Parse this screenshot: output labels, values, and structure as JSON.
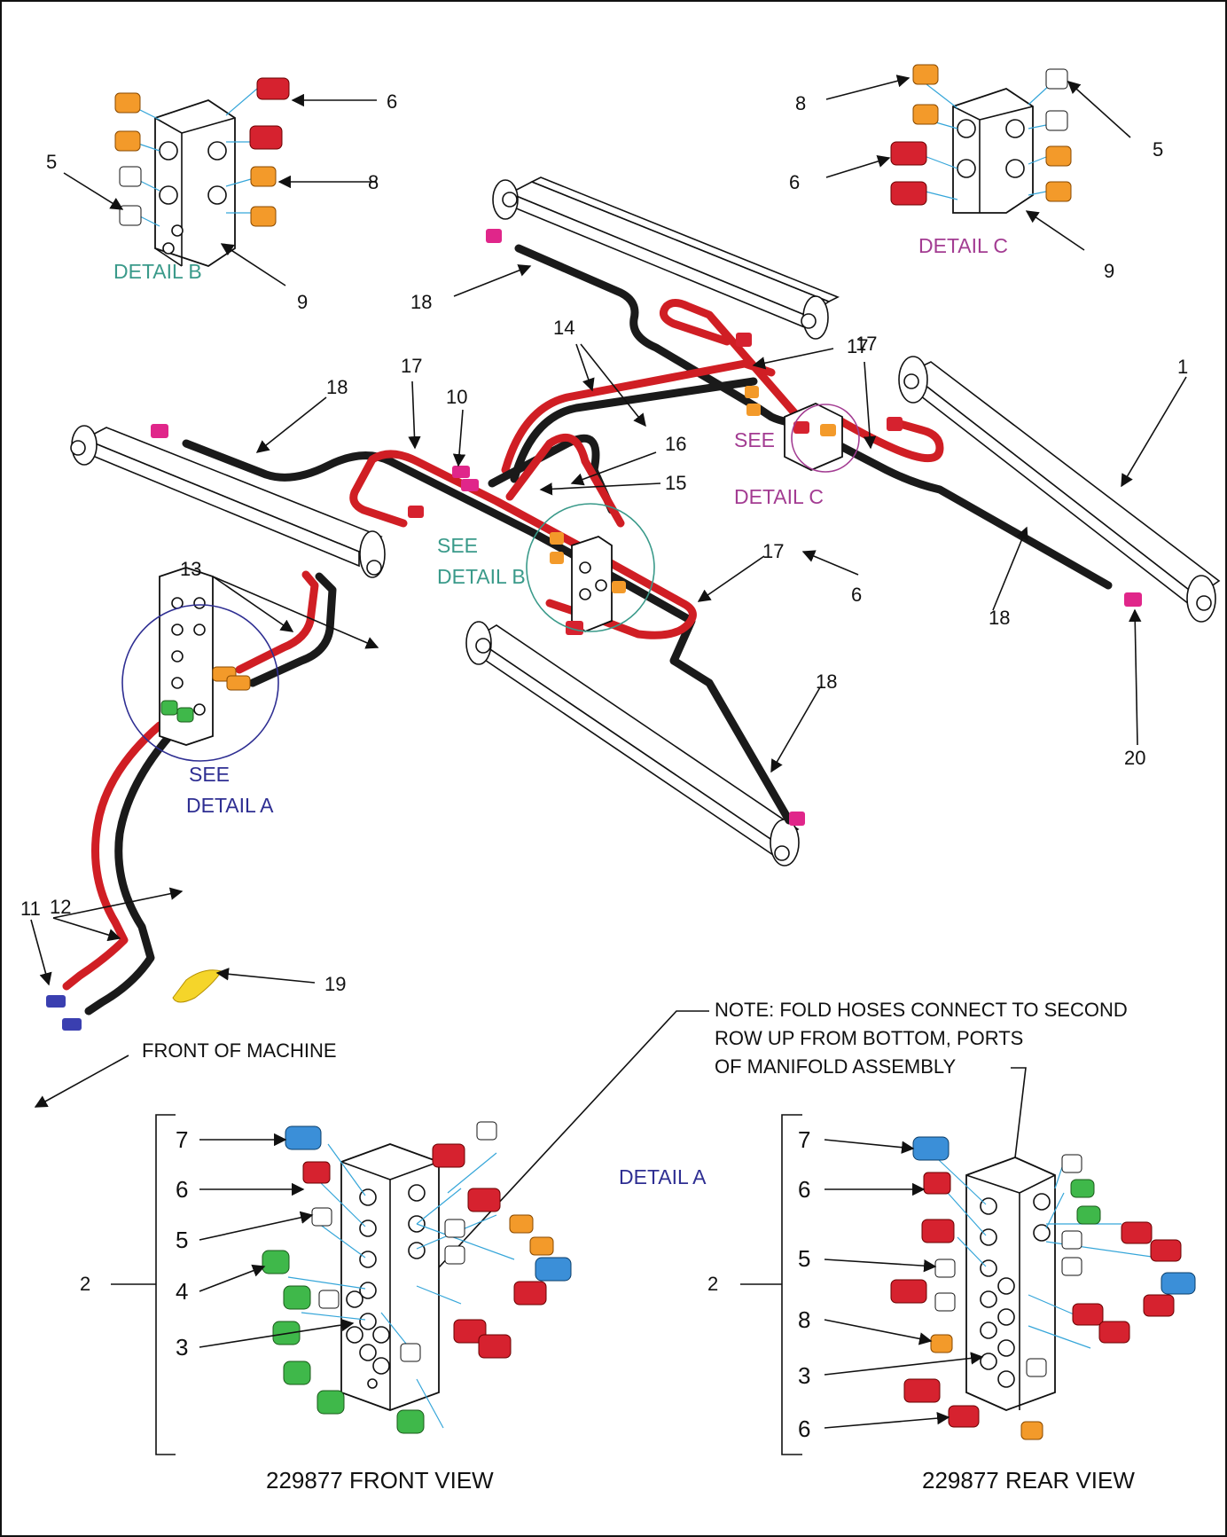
{
  "callouts": {
    "detail_b": {
      "n6": "6",
      "n5": "5",
      "n8": "8",
      "n9": "9",
      "title": "DETAIL B"
    },
    "detail_c": {
      "n8": "8",
      "n5": "5",
      "n6": "6",
      "n9": "9",
      "title": "DETAIL C"
    },
    "main": {
      "n18a": "18",
      "n18b": "18",
      "n18c": "18",
      "n18d": "18",
      "n17a": "17",
      "n17b": "17",
      "n17c": "17",
      "n14": "14",
      "n10": "10",
      "n16": "16",
      "n15": "15",
      "n1": "1",
      "n6": "6",
      "n20": "20",
      "n13": "13",
      "n12": "12",
      "n11": "11",
      "n19": "19",
      "see_c_1": "SEE",
      "see_c_2": "DETAIL C",
      "see_b_1": "SEE",
      "see_b_2": "DETAIL B",
      "see_a_1": "SEE",
      "see_a_2": "DETAIL A"
    },
    "front_of_machine": "FRONT OF MACHINE",
    "note": {
      "line1": "NOTE: FOLD HOSES CONNECT TO SECOND",
      "line2": "ROW UP FROM BOTTOM, PORTS",
      "line3": "OF MANIFOLD ASSEMBLY"
    },
    "detail_a_title": "DETAIL A",
    "front_view": {
      "n7": "7",
      "n6": "6",
      "n5": "5",
      "n4": "4",
      "n3": "3",
      "n2": "2",
      "caption": "229877 FRONT VIEW"
    },
    "rear_view": {
      "n7": "7",
      "n6": "6",
      "n5": "5",
      "n8": "8",
      "n3": "3",
      "n6b": "6",
      "n2": "2",
      "caption": "229877 REAR  VIEW"
    }
  },
  "colors": {
    "hose_red": "#d01e24",
    "hose_black": "#1a1a1a",
    "fitting_orange": "#f39a2a",
    "fitting_red": "#d6222f",
    "fitting_green": "#3fb84a",
    "fitting_blue": "#3b8fd8",
    "fitting_magenta": "#e0268a",
    "fitting_navy": "#3a3fb0",
    "fitting_yellow": "#f5d52a",
    "detail_b_teal": "#3a9a8a",
    "detail_c_magenta": "#a33c92",
    "detail_a_navy": "#2e2e92"
  }
}
